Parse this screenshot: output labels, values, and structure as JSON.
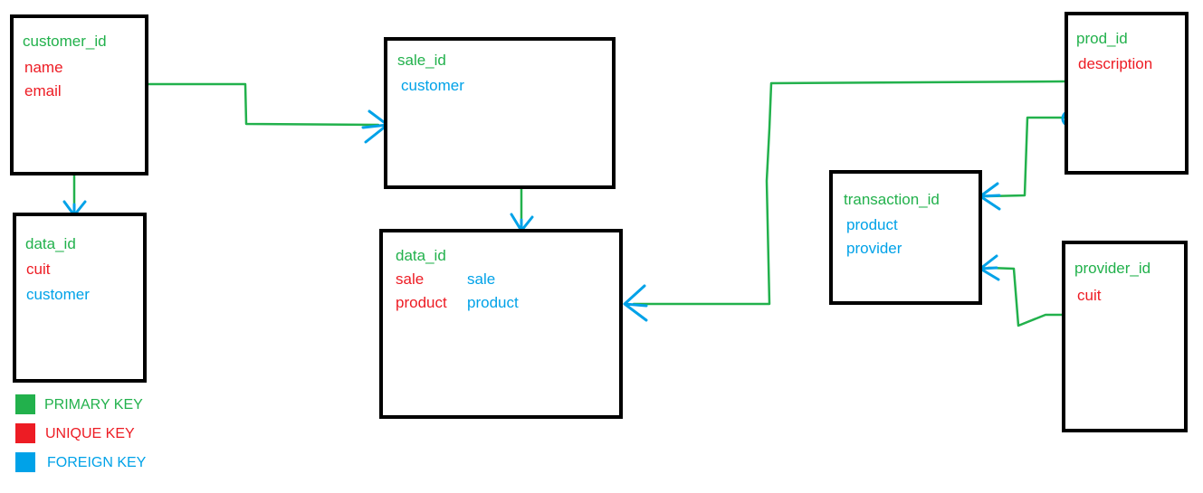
{
  "colors": {
    "primary_key": "#22b14c",
    "unique_key": "#ed1c24",
    "foreign_key": "#00a2e8",
    "box_border": "#000000"
  },
  "tables": {
    "customer": {
      "pk": "customer_id",
      "uk": [
        "name",
        "email"
      ],
      "fk": []
    },
    "customer_data": {
      "pk": "data_id",
      "uk": [
        "cuit"
      ],
      "fk": [
        "customer"
      ]
    },
    "sale": {
      "pk": "sale_id",
      "uk": [],
      "fk": [
        "customer"
      ]
    },
    "sale_data": {
      "pk": "data_id",
      "uk": [
        "sale",
        "product"
      ],
      "fk": [
        "sale",
        "product"
      ]
    },
    "product": {
      "pk": "prod_id",
      "uk": [
        "description"
      ],
      "fk": []
    },
    "transaction": {
      "pk": "transaction_id",
      "uk": [],
      "fk": [
        "product",
        "provider"
      ]
    },
    "provider": {
      "pk": "provider_id",
      "uk": [
        "cuit"
      ],
      "fk": []
    }
  },
  "legend": {
    "primary_key": "PRIMARY KEY",
    "unique_key": "UNIQUE KEY",
    "foreign_key": "FOREIGN KEY"
  }
}
